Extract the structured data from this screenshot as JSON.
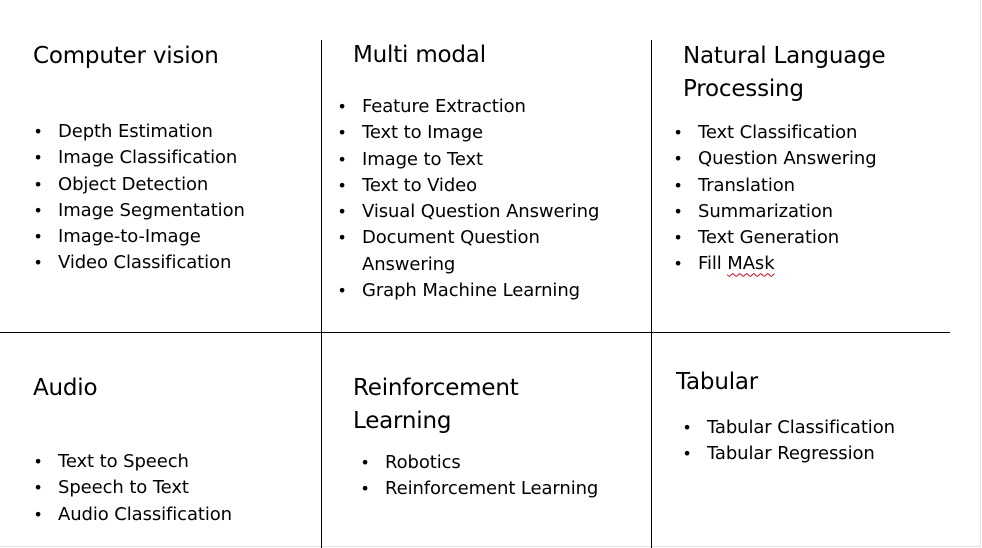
{
  "cells": [
    {
      "title": "Computer vision",
      "items": [
        "Depth Estimation",
        "Image Classification",
        "Object Detection",
        "Image Segmentation",
        "Image-to-Image",
        "Video Classification"
      ]
    },
    {
      "title": "Multi modal",
      "items": [
        "Feature Extraction",
        "Text to Image",
        "Image to Text",
        "Text to Video",
        "Visual Question Answering",
        "Document Question Answering",
        "Graph Machine Learning"
      ]
    },
    {
      "title": "Natural Language Processing",
      "items": [
        "Text Classification",
        "Question Answering",
        "Translation",
        "Summarization",
        "Text Generation"
      ],
      "last_item_prefix": "Fill ",
      "last_item_flagged": "MAsk"
    },
    {
      "title": "Audio",
      "items": [
        "Text to Speech",
        "Speech to Text",
        "Audio Classification"
      ]
    },
    {
      "title": "Reinforcement Learning",
      "items": [
        "Robotics",
        "Reinforcement Learning"
      ]
    },
    {
      "title": "Tabular",
      "items": [
        "Tabular Classification",
        "Tabular Regression"
      ]
    }
  ],
  "bullet": "•",
  "colors": {
    "grid_lines": "#000000",
    "text": "#000000",
    "spellcheck_underline": "#d0021b"
  }
}
